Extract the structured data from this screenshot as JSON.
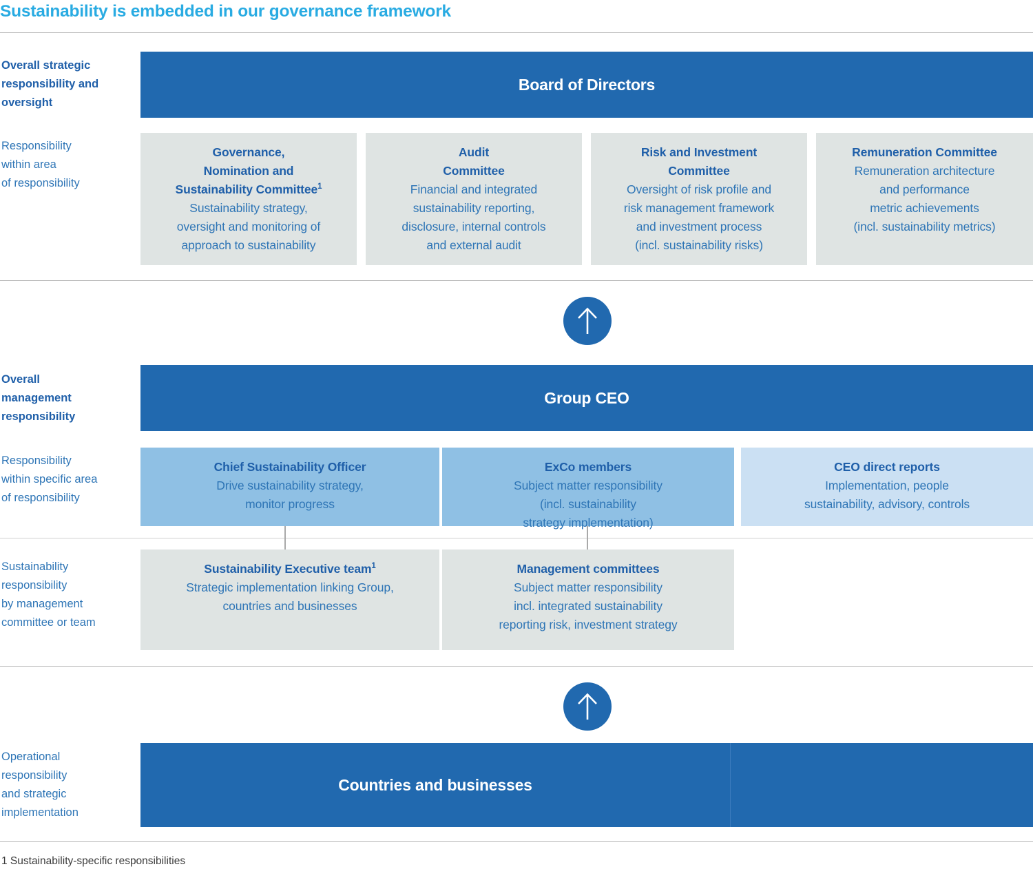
{
  "title": "Sustainability is embedded in our governance framework",
  "colors": {
    "title_blue": "#29ABE2",
    "banner_blue": "#2169AF",
    "card_grey": "#dfe4e3",
    "card_blue": "#8FC0E4",
    "card_blue_light": "#CBE0F3",
    "text_blue": "#2E75B6",
    "heading_blue": "#1F5FA9"
  },
  "rows": {
    "board_label": "Overall strategic\nresponsibility and\noversight",
    "board_label_l1": "Overall strategic",
    "board_label_l2": "responsibility and",
    "board_label_l3": "oversight",
    "committee_label_l1": "Responsibility",
    "committee_label_l2": "within area",
    "committee_label_l3": "of responsibility",
    "ceo_label_l1": "Overall",
    "ceo_label_l2": "management",
    "ceo_label_l3": "responsibility",
    "specific_label_l1": "Responsibility",
    "specific_label_l2": "within specific area",
    "specific_label_l3": "of responsibility",
    "mgmt_label_l1": "Sustainability",
    "mgmt_label_l2": "responsibility",
    "mgmt_label_l3": "by management",
    "mgmt_label_l4": "committee or team",
    "ops_label_l1": "Operational",
    "ops_label_l2": "responsibility",
    "ops_label_l3": "and strategic",
    "ops_label_l4": "implementation"
  },
  "banners": {
    "board": "Board of Directors",
    "ceo": "Group CEO",
    "countries": "Countries and businesses"
  },
  "board_committees": [
    {
      "title_l1": "Governance,",
      "title_l2": "Nomination and",
      "title_l3": "Sustainability Committee",
      "title_sup": "1",
      "body_l1": "Sustainability strategy,",
      "body_l2": "oversight and monitoring of",
      "body_l3": "approach to sustainability"
    },
    {
      "title_l1": "Audit",
      "title_l2": "Committee",
      "title_l3": "",
      "title_sup": "",
      "body_l1": "Financial and integrated",
      "body_l2": "sustainability reporting,",
      "body_l3": "disclosure, internal controls",
      "body_l4": "and external audit"
    },
    {
      "title_l1": "Risk and Investment",
      "title_l2": "Committee",
      "title_l3": "",
      "title_sup": "",
      "body_l1": "Oversight of risk profile and",
      "body_l2": "risk management framework",
      "body_l3": "and investment process",
      "body_l4": "(incl. sustainability risks)"
    },
    {
      "title_l1": "Remuneration Committee",
      "title_l2": "",
      "title_l3": "",
      "title_sup": "",
      "body_l1": "Remuneration architecture",
      "body_l2": "and performance",
      "body_l3": "metric achievements",
      "body_l4": "(incl. sustainability metrics)"
    }
  ],
  "management_roles": [
    {
      "title": "Chief Sustainability Officer",
      "body_l1": "Drive sustainability strategy,",
      "body_l2": "monitor progress",
      "body_l3": ""
    },
    {
      "title": "ExCo members",
      "body_l1": "Subject matter responsibility",
      "body_l2": "(incl. sustainability",
      "body_l3": "strategy implementation)"
    },
    {
      "title": "CEO direct reports",
      "body_l1": "Implementation, people",
      "body_l2": "sustainability, advisory, controls",
      "body_l3": ""
    }
  ],
  "management_teams": [
    {
      "title": "Sustainability Executive team",
      "title_sup": "1",
      "body_l1": "Strategic implementation linking Group,",
      "body_l2": "countries and businesses",
      "body_l3": ""
    },
    {
      "title": "Management committees",
      "title_sup": "",
      "body_l1": "Subject matter responsibility",
      "body_l2": "incl. integrated sustainability",
      "body_l3": "reporting risk, investment strategy"
    }
  ],
  "footnote": "1  Sustainability-specific responsibilities",
  "icons": {
    "arrow_up": "arrow-up-icon"
  }
}
